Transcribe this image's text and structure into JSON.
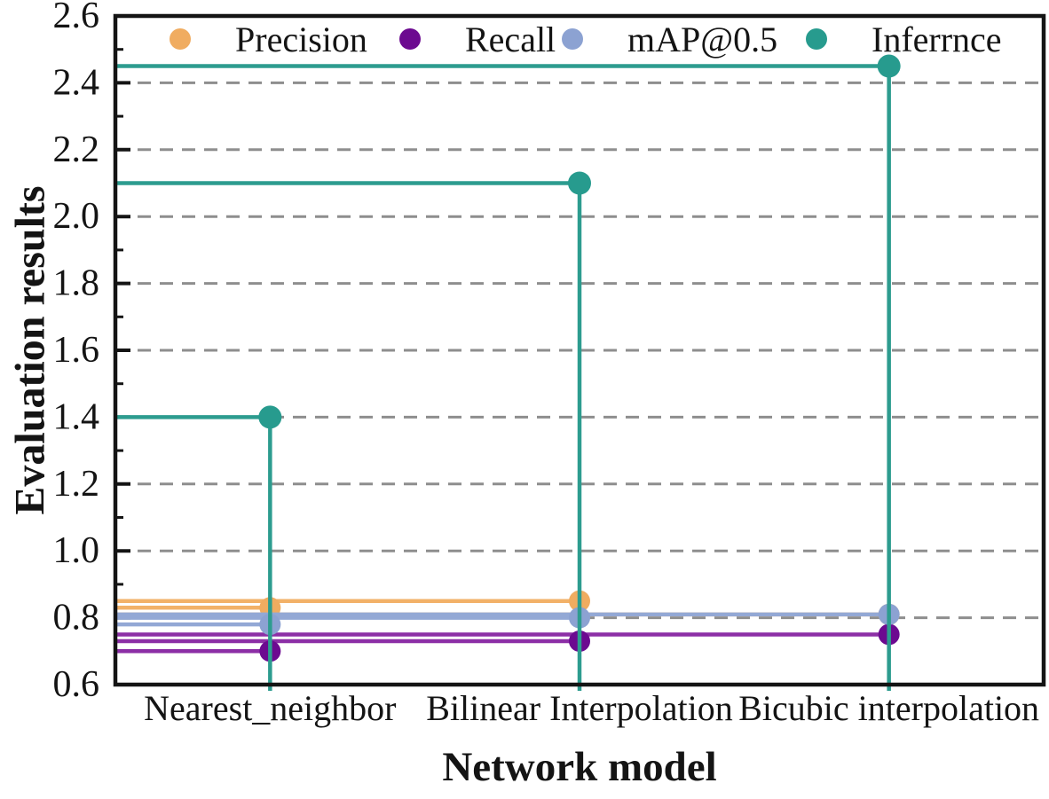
{
  "chart_data": {
    "type": "scatter",
    "title": "",
    "xlabel": "Network model",
    "ylabel": "Evaluation results",
    "categories": [
      "Nearest_neighbor",
      "Bilinear Interpolation",
      "Bicubic interpolation"
    ],
    "series": [
      {
        "name": "Precision",
        "line_color": "#F2B168",
        "marker_color": "#F0AC60",
        "values": [
          0.83,
          0.85,
          0.81
        ]
      },
      {
        "name": "Recall",
        "line_color": "#8C2FA6",
        "marker_color": "#6C0A90",
        "values": [
          0.7,
          0.73,
          0.75
        ]
      },
      {
        "name": "mAP@0.5",
        "line_color": "#93A8D5",
        "marker_color": "#8CA2D2",
        "values": [
          0.78,
          0.8,
          0.81
        ]
      },
      {
        "name": "Inferrnce",
        "line_color": "#2D9C8F",
        "marker_color": "#279B8E",
        "values": [
          1.4,
          2.1,
          2.45
        ],
        "vertical_stem": true
      }
    ],
    "ylim": [
      0.6,
      2.6
    ],
    "yticks": [
      0.6,
      0.8,
      1.0,
      1.2,
      1.4,
      1.6,
      1.8,
      2.0,
      2.2,
      2.4,
      2.6
    ],
    "ytick_labels": [
      "0.6",
      "0.8",
      "1.0",
      "1.2",
      "1.4",
      "1.6",
      "1.8",
      "2.0",
      "2.2",
      "2.4",
      "2.6"
    ],
    "minor_tick_step": 0.1,
    "grid": {
      "horizontal": true,
      "style": "dashed",
      "color": "#8E8E8E"
    },
    "legend": {
      "position": "top-inside",
      "labels": [
        "Precision",
        "Recall",
        "mAP@0.5",
        "Inferrnce"
      ]
    },
    "projection_lines": {
      "horizontal_from_y_axis": true,
      "vertical_stem_series": "Inferrnce"
    },
    "frame_color": "#141414"
  }
}
